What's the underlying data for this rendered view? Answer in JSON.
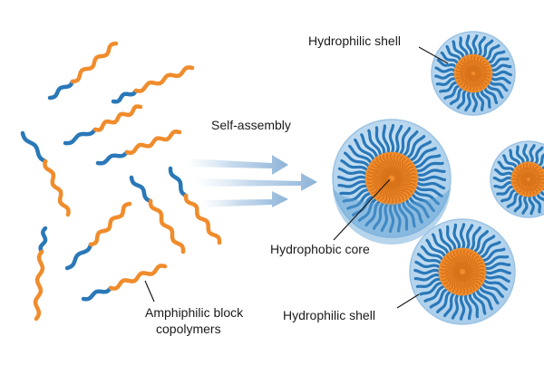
{
  "labels": {
    "hydrophilic_shell_top": "Hydrophilic shell",
    "self_assembly": "Self-assembly",
    "hydrophobic_core": "Hydrophobic core",
    "hydrophilic_shell_bottom": "Hydrophilic shell",
    "amphiphilic_line1": "Amphiphilic block",
    "amphiphilic_line2": "copolymers"
  },
  "colors": {
    "hydrophilic_blue": "#2a78b8",
    "hydrophobic_orange": "#f08c2c",
    "shell_fill": "#bcd9f0",
    "shell_stroke": "#9cc3e4",
    "arrow": "#9fbfdc",
    "leader_line": "#1a1a1a"
  }
}
